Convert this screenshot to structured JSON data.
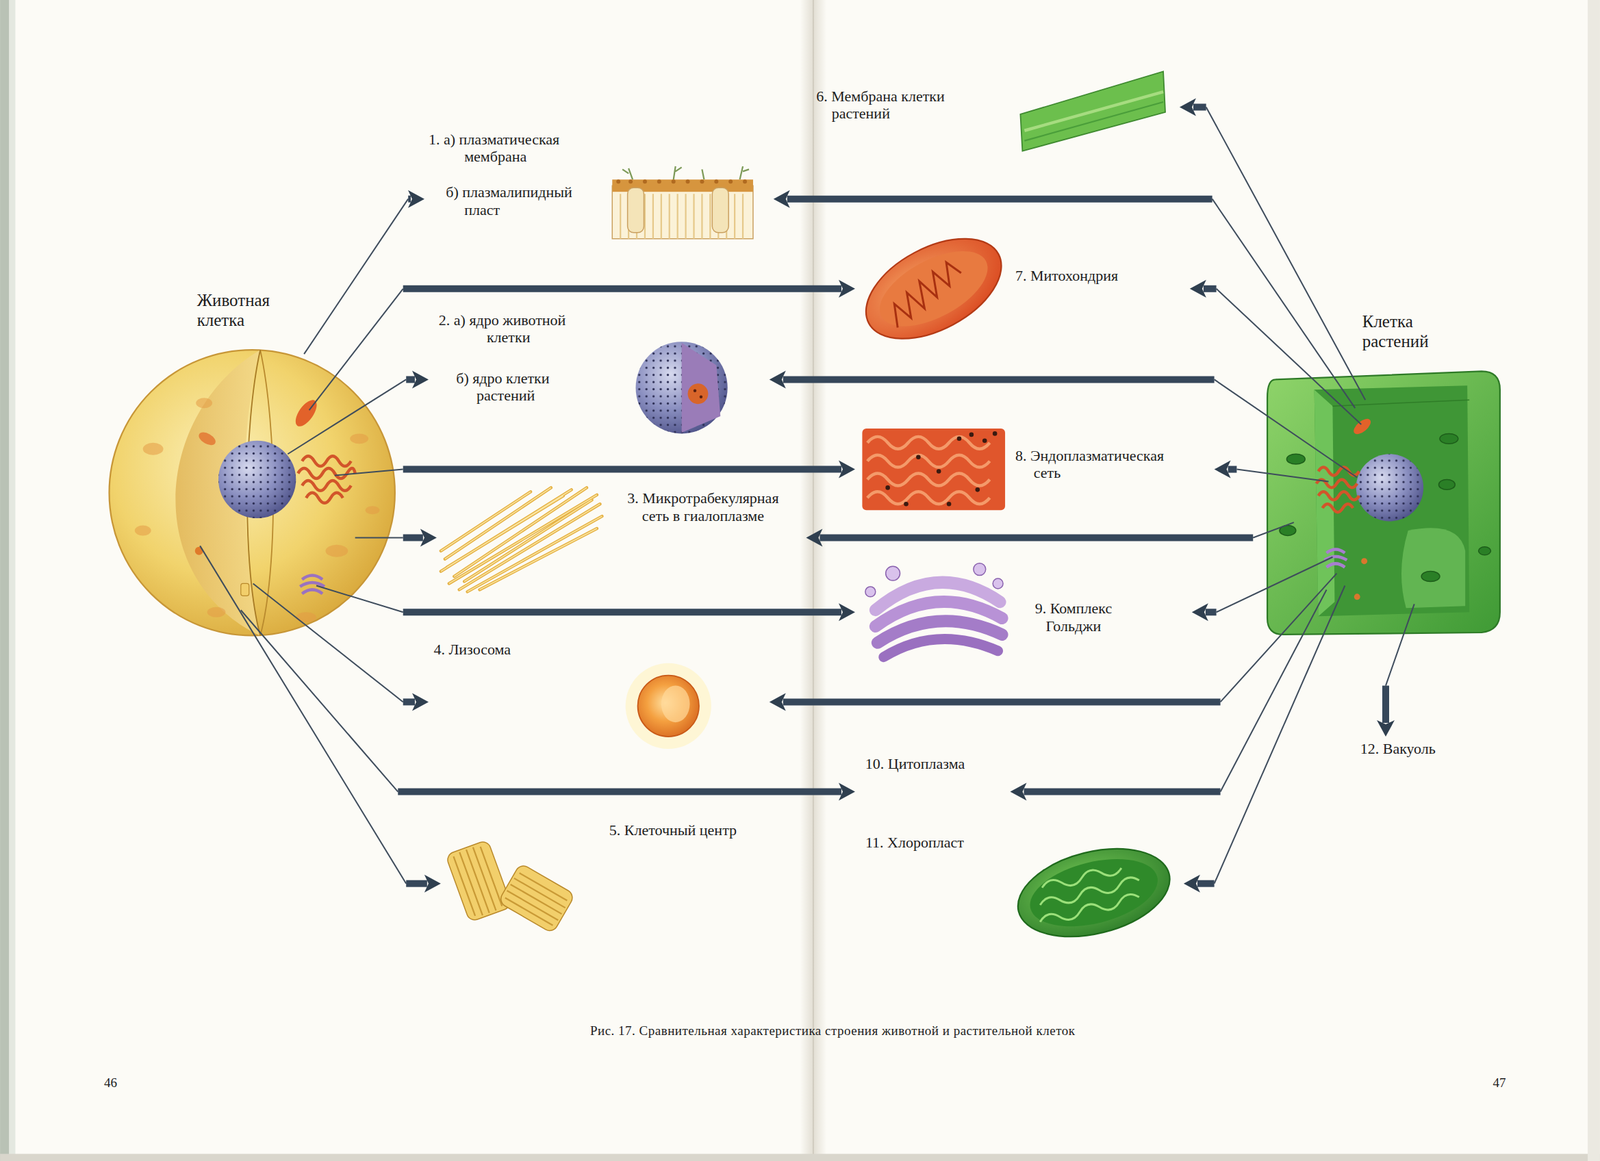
{
  "diagram": {
    "caption": "Рис. 17. Сравнительная характеристика строения животной и растительной клеток",
    "nodes": [
      {
        "text": [
          "Животная клетка"
        ]
      },
      {
        "text": [
          "Клетка растений"
        ]
      },
      {
        "text": [
          "1. а) плазматическая мембрана",
          "б) плазмалипидный пласт"
        ]
      },
      {
        "text": [
          "6. Мембрана клетки растений"
        ]
      },
      {
        "text": [
          "7. Митохондрия"
        ]
      },
      {
        "text": [
          "2. а) ядро животной клетки",
          "б) ядро клетки растений"
        ]
      },
      {
        "text": [
          "8. Эндоплазматическая сеть"
        ]
      },
      {
        "text": [
          "3. Микротрабекулярная сеть в гиалоплазме"
        ]
      },
      {
        "text": [
          "9. Комплекс Гольджи"
        ]
      },
      {
        "text": [
          "4. Лизосома"
        ]
      },
      {
        "text": [
          "10. Цитоплазма"
        ]
      },
      {
        "text": [
          "5. Клеточный центр"
        ]
      },
      {
        "text": [
          "11. Хлоропласт"
        ]
      },
      {
        "text": [
          "12. Вакуоль"
        ]
      }
    ],
    "edges": [
      {
        "from": 0,
        "to": 2,
        "arrow": "to"
      },
      {
        "from": 0,
        "to": 4,
        "arrow": "to"
      },
      {
        "from": 0,
        "to": 5,
        "arrow": "to"
      },
      {
        "from": 0,
        "to": 6,
        "arrow": "to"
      },
      {
        "from": 0,
        "to": 7,
        "arrow": "to"
      },
      {
        "from": 0,
        "to": 8,
        "arrow": "to"
      },
      {
        "from": 0,
        "to": 9,
        "arrow": "to"
      },
      {
        "from": 0,
        "to": 10,
        "arrow": "to"
      },
      {
        "from": 0,
        "to": 11,
        "arrow": "to"
      },
      {
        "from": 1,
        "to": 3,
        "arrow": "to"
      },
      {
        "from": 1,
        "to": 2,
        "arrow": "to"
      },
      {
        "from": 1,
        "to": 4,
        "arrow": "to"
      },
      {
        "from": 1,
        "to": 5,
        "arrow": "to"
      },
      {
        "from": 1,
        "to": 6,
        "arrow": "to"
      },
      {
        "from": 1,
        "to": 7,
        "arrow": "to"
      },
      {
        "from": 1,
        "to": 8,
        "arrow": "to"
      },
      {
        "from": 1,
        "to": 9,
        "arrow": "to"
      },
      {
        "from": 1,
        "to": 10,
        "arrow": "to"
      },
      {
        "from": 1,
        "to": 12,
        "arrow": "to"
      },
      {
        "from": 1,
        "to": 13,
        "arrow": "to"
      }
    ],
    "labels": [
      "46",
      "47"
    ]
  }
}
